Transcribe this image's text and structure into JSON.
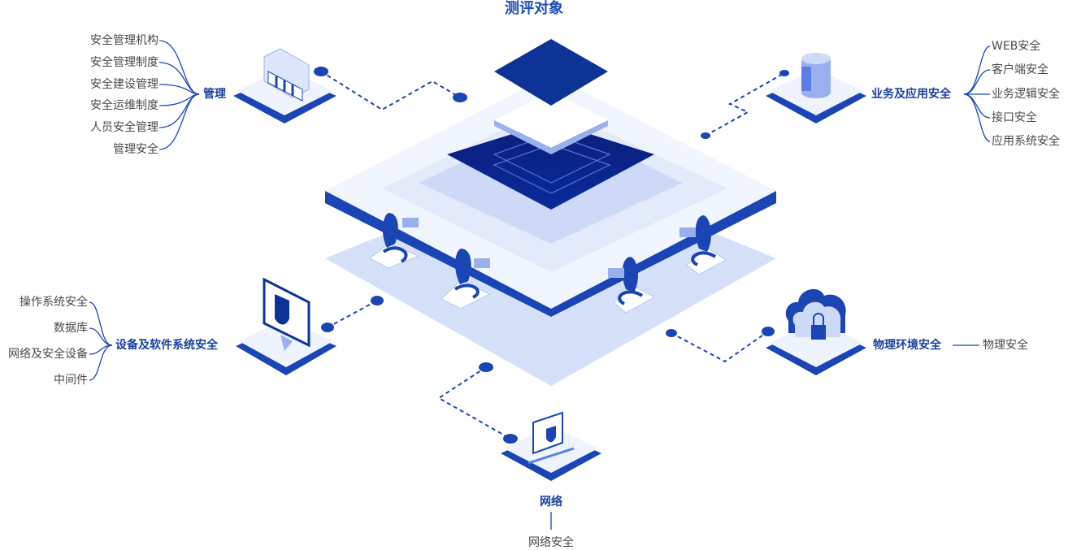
{
  "title": "测评对象",
  "colors": {
    "primary": "#1b45b5",
    "dark": "#0b1f7a",
    "light": "#eaf0fd",
    "text": "#4a4a4a"
  },
  "nodes": {
    "management": {
      "label": "管理",
      "icon": "folder-icon",
      "items": [
        "安全管理机构",
        "安全管理制度",
        "安全建设管理",
        "安全运维制度",
        "人员安全管理",
        "管理安全"
      ]
    },
    "business": {
      "label": "业务及应用安全",
      "icon": "database-icon",
      "items": [
        "WEB安全",
        "客户端安全",
        "业务逻辑安全",
        "接口安全",
        "应用系统安全"
      ]
    },
    "devices": {
      "label": "设备及软件系统安全",
      "icon": "monitor-shield-icon",
      "items": [
        "操作系统安全",
        "数据库",
        "网络及安全设备",
        "中间件"
      ]
    },
    "physical": {
      "label": "物理环境安全",
      "icon": "cloud-lock-icon",
      "items": [
        "物理安全"
      ]
    },
    "network": {
      "label": "网络",
      "icon": "binary-shield-icon",
      "items": [
        "网络安全"
      ]
    }
  }
}
